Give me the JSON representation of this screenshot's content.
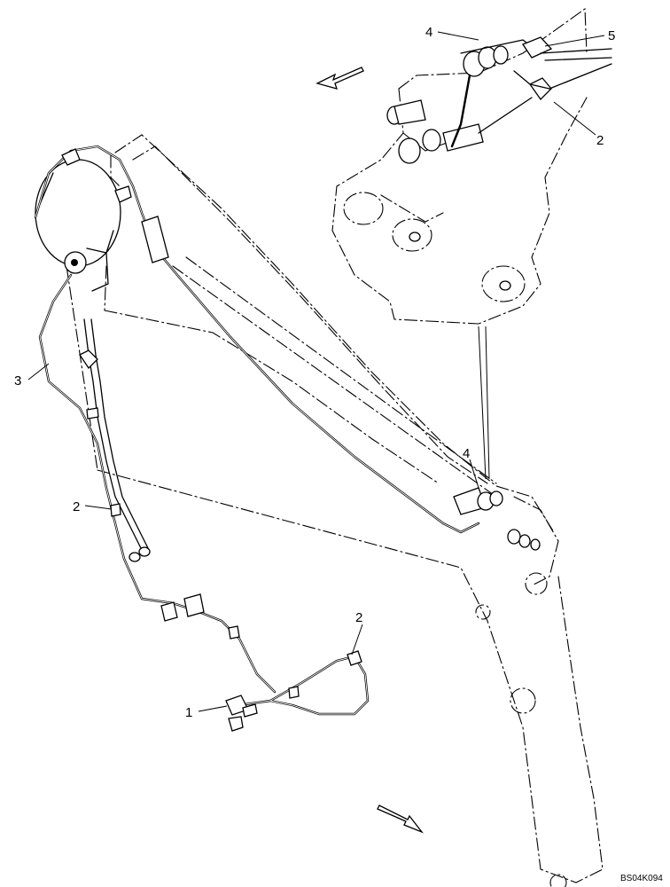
{
  "figure": {
    "code": "BS04K094",
    "callouts": {
      "c1": "1",
      "c2a": "2",
      "c2b": "2",
      "c2c": "2",
      "c3": "3",
      "c4a": "4",
      "c4b": "4",
      "c5": "5"
    }
  },
  "icons": {
    "arrow_upper": "direction-arrow-icon",
    "arrow_lower": "direction-arrow-icon"
  }
}
